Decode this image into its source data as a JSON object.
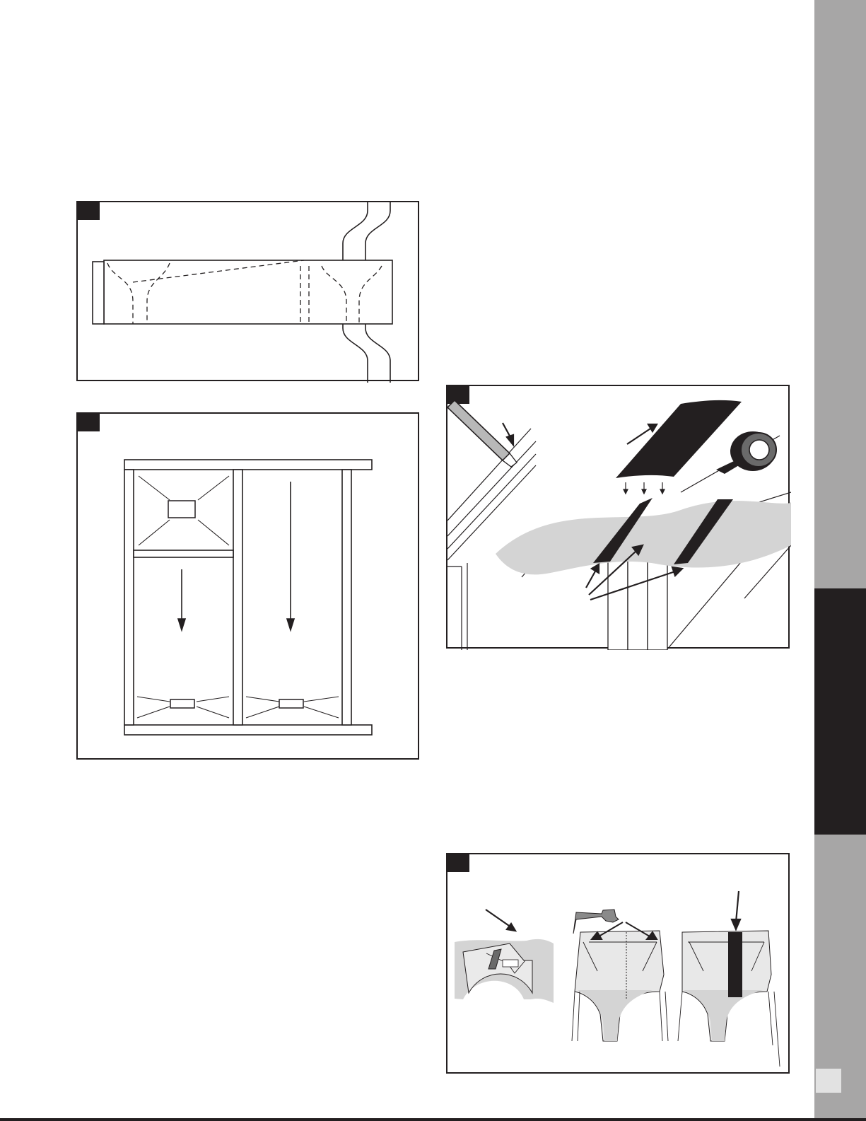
{
  "page": {
    "colors": {
      "side_tab_gray": "#a7a6a6",
      "side_tab_dark": "#231f20",
      "ink": "#231f20",
      "membrane_gray": "#d4d4d4",
      "light_gray": "#e8e8e8"
    }
  },
  "figures": [
    {
      "id": "fig-1",
      "subject": "top-view-framing-with-pipe"
    },
    {
      "id": "fig-2",
      "subject": "wall-framing-with-arrows"
    },
    {
      "id": "fig-3",
      "subject": "caulk-and-seam-tape"
    },
    {
      "id": "fig-4",
      "subject": "cut-staple-and-tape-membrane"
    }
  ]
}
